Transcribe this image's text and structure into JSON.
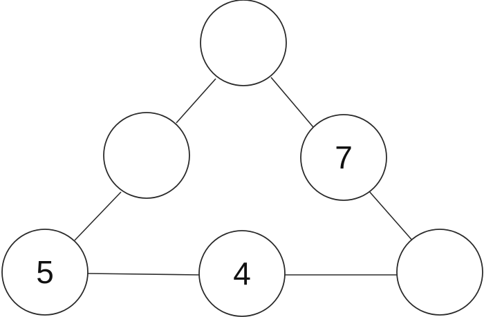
{
  "nodes": [
    {
      "id": "top",
      "value": ""
    },
    {
      "id": "left-mid",
      "value": ""
    },
    {
      "id": "right-mid",
      "value": "7"
    },
    {
      "id": "bottom-left",
      "value": "5"
    },
    {
      "id": "bottom-mid",
      "value": "4"
    },
    {
      "id": "bottom-right",
      "value": ""
    }
  ]
}
